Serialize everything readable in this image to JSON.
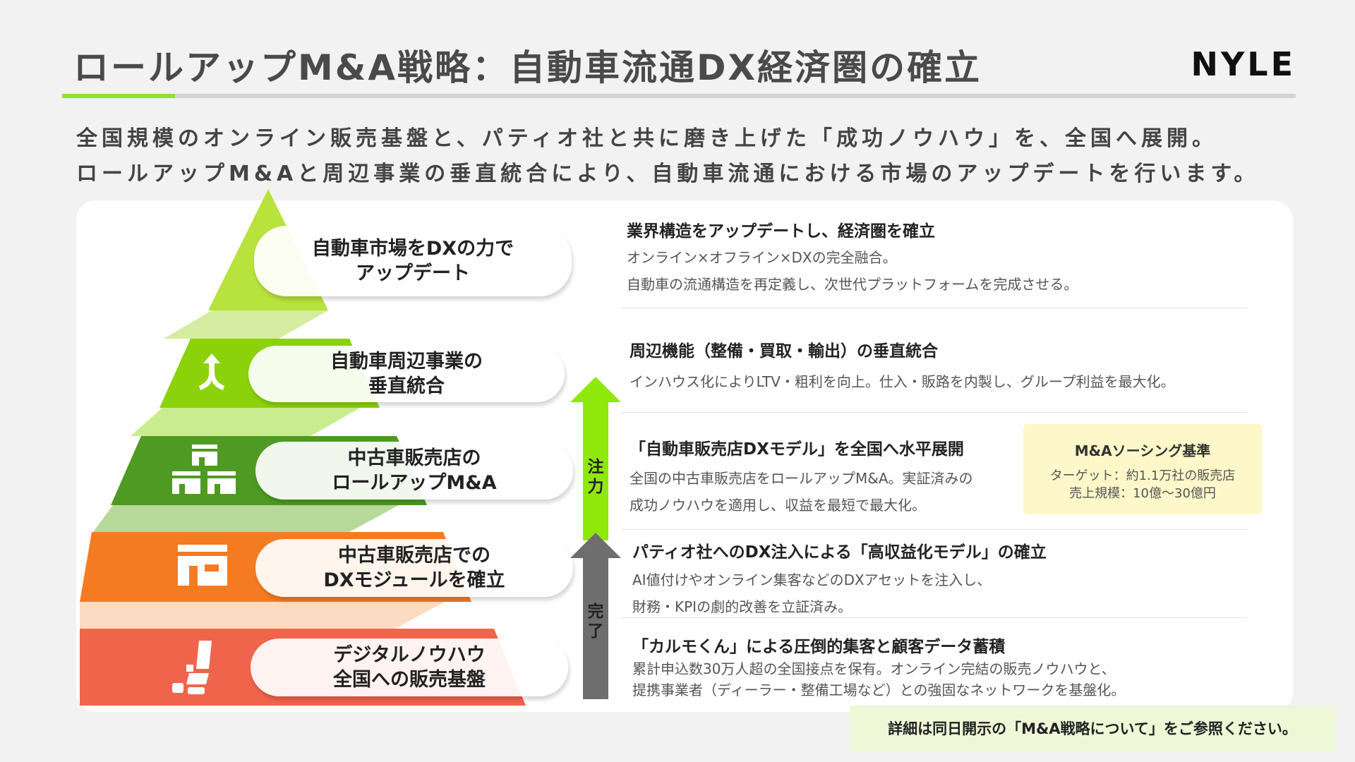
{
  "header": {
    "title": "ロールアップM&A戦略：自動車流通DX経済圏の確立",
    "logo": "NYLE"
  },
  "intro": {
    "line1": "全国規模のオンライン販売基盤と、パティオ社と共に磨き上げた「成功ノウハウ」を、全国へ展開。",
    "line2": "ロールアップM&Aと周辺事業の垂直統合により、自動車流通における市場のアップデートを行います。"
  },
  "pyramid": {
    "levels": [
      {
        "label": "自動車市場をDXの力で\nアップデート",
        "color": "#b8e23c",
        "icon": "none"
      },
      {
        "label": "自動車周辺事業の\n垂直統合",
        "color": "#8cd20a",
        "icon": "merge-arrow-icon"
      },
      {
        "label": "中古車販売店の\nロールアップM&A",
        "color": "#4f9a22",
        "icon": "multi-store-icon"
      },
      {
        "label": "中古車販売店での\nDXモジュールを確立",
        "color": "#f57b22",
        "icon": "store-icon"
      },
      {
        "label": "デジタルノウハウ\n全国への販売基盤",
        "color": "#f1644c",
        "icon": "car-seat-icon"
      }
    ]
  },
  "arrows": {
    "focus_label": "注力",
    "focus_color": "#8fe80c",
    "done_label": "完了",
    "done_color": "#6e6e6e"
  },
  "details": [
    {
      "heading": "業界構造をアップデートし、経済圏を確立",
      "lines": [
        "オンライン×オフライン×DXの完全融合。",
        "自動車の流通構造を再定義し、次世代プラットフォームを完成させる。"
      ]
    },
    {
      "heading": "周辺機能（整備・買取・輸出）の垂直統合",
      "lines": [
        "インハウス化によりLTV・粗利を向上。仕入・販路を内製し、グループ利益を最大化。"
      ]
    },
    {
      "heading": "「自動車販売店DXモデル」を全国へ水平展開",
      "lines": [
        "全国の中古車販売店をロールアップM&A。実証済みの",
        "成功ノウハウを適用し、収益を最短で最大化。"
      ]
    },
    {
      "heading": "パティオ社へのDX注入による「高収益化モデル」の確立",
      "lines": [
        "AI値付けやオンライン集客などのDXアセットを注入し、",
        "財務・KPIの劇的改善を立証済み。"
      ]
    },
    {
      "heading": "「カルモくん」による圧倒的集客と顧客データ蓄積",
      "lines": [
        "累計申込数30万人超の全国接点を保有。オンライン完結の販売ノウハウと、",
        "提携事業者（ディーラー・整備工場など）との強固なネットワークを基盤化。"
      ]
    }
  ],
  "sourcing": {
    "title": "M&Aソーシング基準",
    "line1": "ターゲット：約1.1万社の販売店",
    "line2": "売上規模：10億〜30億円"
  },
  "footer": {
    "text": "詳細は同日開示の「M&A戦略について」をご参照ください。"
  }
}
